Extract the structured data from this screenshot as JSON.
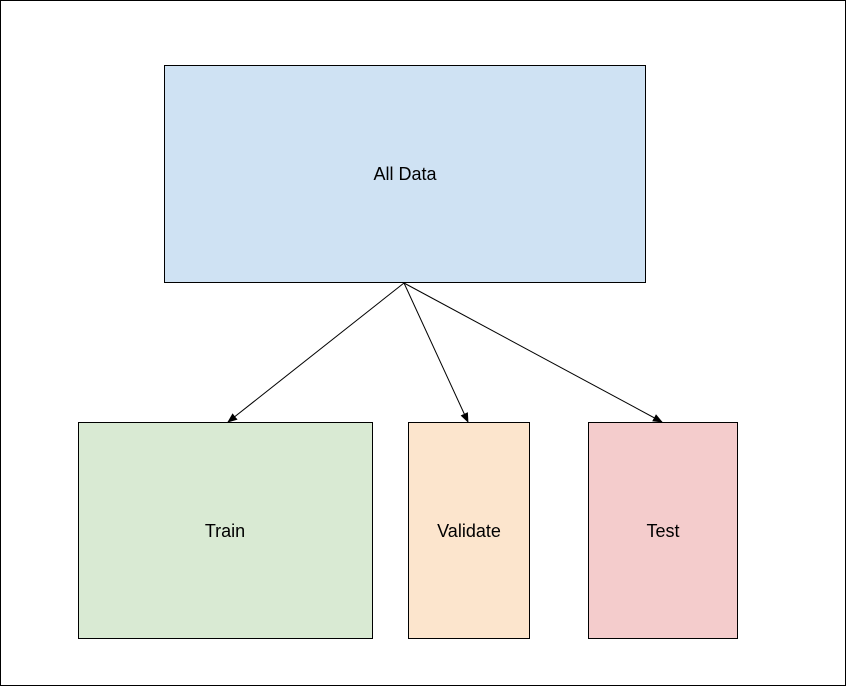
{
  "diagram": {
    "nodes": [
      {
        "id": "all-data",
        "label": "All Data",
        "fill": "#cfe2f3"
      },
      {
        "id": "train",
        "label": "Train",
        "fill": "#d9ead3"
      },
      {
        "id": "validate",
        "label": "Validate",
        "fill": "#fce5cd"
      },
      {
        "id": "test",
        "label": "Test",
        "fill": "#f4cccc"
      }
    ],
    "edges": [
      {
        "from": "all-data",
        "to": "train"
      },
      {
        "from": "all-data",
        "to": "validate"
      },
      {
        "from": "all-data",
        "to": "test"
      }
    ],
    "colors": {
      "stroke": "#000000",
      "background": "#ffffff"
    }
  }
}
